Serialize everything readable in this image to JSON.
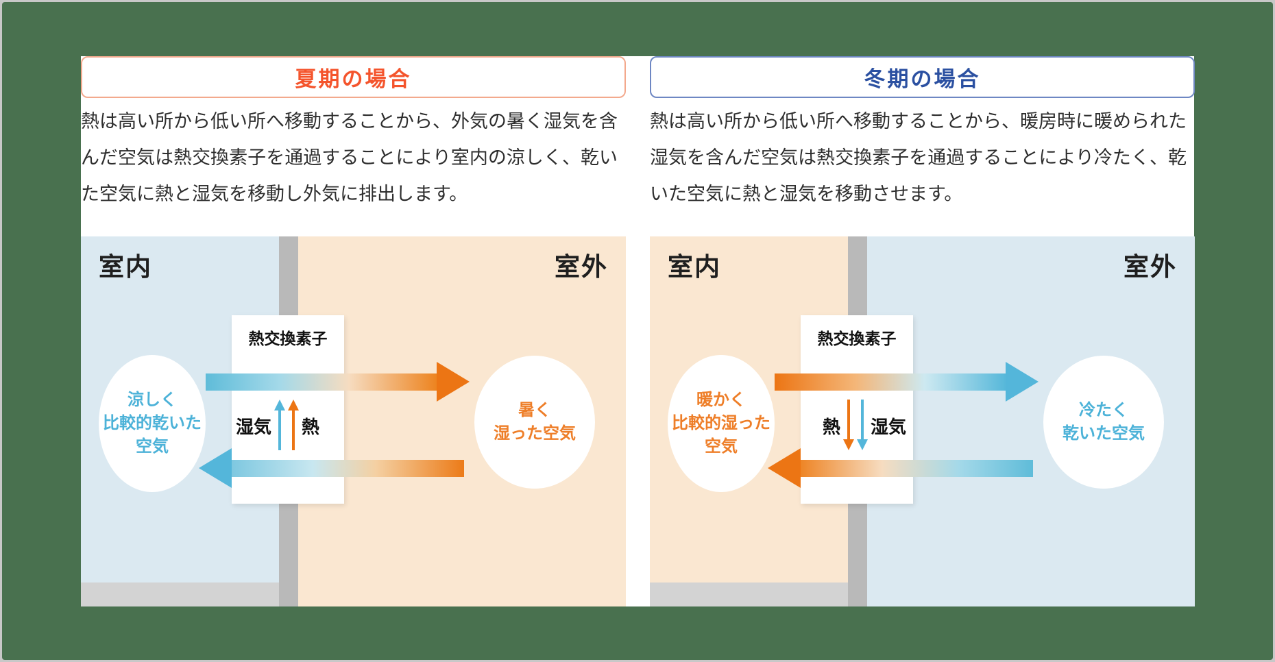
{
  "frame": {
    "outer_border_color": "#c8c8c8",
    "background_color": "#49714f",
    "panel_background": "#ffffff"
  },
  "panels": [
    {
      "season_title": "夏期の場合",
      "title_text_color": "#f4542c",
      "title_border_color": "#f3a98d",
      "description": "熱は高い所から低い所へ移動することから、外気の暑く湿気を含んだ空気は熱交換素子を通過することにより室内の涼しく、乾いた空気に熱と湿気を移動し外気に排出します。",
      "indoor_label": "室内",
      "outdoor_label": "室外",
      "indoor_bg": "#dbe9f1",
      "outdoor_bg": "#fae7d1",
      "exchanger_label": "熱交換素子",
      "left_circle": {
        "line1": "涼しく",
        "line2": "比較的乾いた",
        "line3": "空気",
        "text_color": "#4cb2d8"
      },
      "right_circle": {
        "line1": "暑く",
        "line2": "湿った空気",
        "line3": "",
        "text_color": "#ee7e28"
      },
      "flow": {
        "left_vertical_label": "湿気",
        "right_vertical_label": "熱",
        "vertical_direction": "up",
        "left_vertical_color": "#54b6da",
        "right_vertical_color": "#ec7514",
        "top_arrow_head_color": "#ec7514",
        "bottom_arrow_head_color": "#54b6da"
      }
    },
    {
      "season_title": "冬期の場合",
      "title_text_color": "#2b50a1",
      "title_border_color": "#6e87c3",
      "description": "熱は高い所から低い所へ移動することから、暖房時に暖められた湿気を含んだ空気は熱交換素子を通過することにより冷たく、乾いた空気に熱と湿気を移動させます。",
      "indoor_label": "室内",
      "outdoor_label": "室外",
      "indoor_bg": "#fae7d1",
      "outdoor_bg": "#dbe9f1",
      "exchanger_label": "熱交換素子",
      "left_circle": {
        "line1": "暖かく",
        "line2": "比較的湿った",
        "line3": "空気",
        "text_color": "#ee7e28"
      },
      "right_circle": {
        "line1": "冷たく",
        "line2": "乾いた空気",
        "line3": "",
        "text_color": "#4cb2d8"
      },
      "flow": {
        "left_vertical_label": "熱",
        "right_vertical_label": "湿気",
        "vertical_direction": "down",
        "left_vertical_color": "#ec7514",
        "right_vertical_color": "#54b6da",
        "top_arrow_head_color": "#54b6da",
        "bottom_arrow_head_color": "#ec7514"
      }
    }
  ]
}
